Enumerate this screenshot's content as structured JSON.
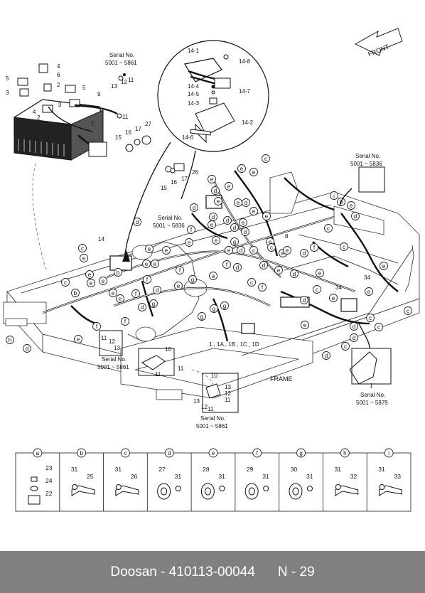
{
  "front_label": "FRONT",
  "frame_label": "FRAME",
  "serial_notes": [
    {
      "title": "Serial No.",
      "range": "5001 ~ 5861"
    },
    {
      "title": "Serial No.",
      "range": "5001 ~ 5836"
    },
    {
      "title": "Serial No.",
      "range": "5001 ~ 5836"
    },
    {
      "title": "Serial No.",
      "range": "5001 ~ 5861"
    },
    {
      "title": "Serial No.",
      "range": "5001 ~ 5861"
    },
    {
      "title": "Serial No.",
      "range": "5001 ~ 5879"
    }
  ],
  "callouts": {
    "battery": [
      "4",
      "6",
      "5",
      "2",
      "3",
      "13",
      "12",
      "11",
      "5",
      "9",
      "4",
      "2",
      "3",
      "11",
      "7",
      "27",
      "17",
      "16",
      "15"
    ],
    "detail": [
      "14-1",
      "14-8",
      "14-4",
      "14-5",
      "14-7",
      "14-3",
      "14-2",
      "14-6"
    ],
    "mid": [
      "26",
      "16",
      "17",
      "15",
      "14",
      "8",
      "34",
      "34",
      "1 , 1A , 1B , 1C , 1D",
      "10",
      "11",
      "11",
      "11",
      "12",
      "13",
      "10",
      "13",
      "12",
      "11",
      "12",
      "13",
      "11",
      "1"
    ]
  },
  "legend": [
    {
      "letter": "a",
      "parts": [
        "23",
        "24",
        "22"
      ]
    },
    {
      "letter": "b",
      "parts": [
        "31",
        "25"
      ]
    },
    {
      "letter": "c",
      "parts": [
        "31",
        "26"
      ]
    },
    {
      "letter": "d",
      "parts": [
        "27",
        "31"
      ]
    },
    {
      "letter": "e",
      "parts": [
        "28",
        "31"
      ]
    },
    {
      "letter": "f",
      "parts": [
        "29",
        "31"
      ]
    },
    {
      "letter": "g",
      "parts": [
        "30",
        "31"
      ]
    },
    {
      "letter": "h",
      "parts": [
        "31",
        "32"
      ]
    },
    {
      "letter": "i",
      "parts": [
        "31",
        "33"
      ]
    }
  ],
  "footer": {
    "brand": "Doosan - 410113-00044",
    "page": "N - 29"
  }
}
